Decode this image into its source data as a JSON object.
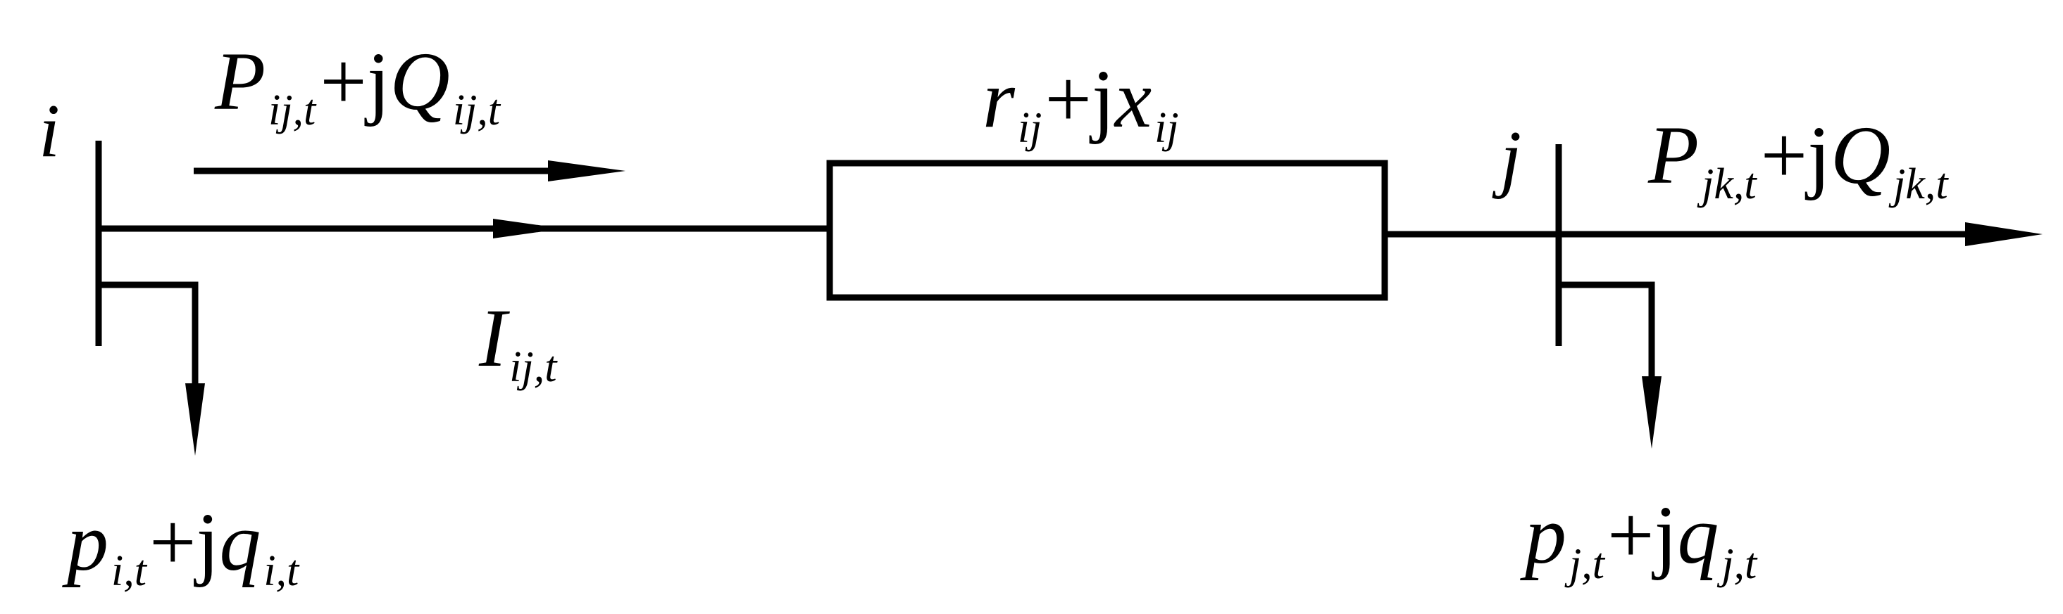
{
  "colors": {
    "stroke": "#000000",
    "background": "#ffffff"
  },
  "bus_i": {
    "name": "i"
  },
  "bus_j": {
    "name": "j"
  },
  "flow_ij": {
    "p": "P",
    "p_sub": "ij,t",
    "plus": "+",
    "j": "j",
    "q": "Q",
    "q_sub": "ij,t"
  },
  "current_ij": {
    "symbol": "I",
    "sub": "ij,t"
  },
  "impedance": {
    "r": "r",
    "r_sub": "ij",
    "plus": "+",
    "j": "j",
    "x": "x",
    "x_sub": "ij"
  },
  "flow_jk": {
    "p": "P",
    "p_sub": "jk,t",
    "plus": "+",
    "j": "j",
    "q": "Q",
    "q_sub": "jk,t"
  },
  "load_i": {
    "p": "p",
    "p_sub": "i,t",
    "plus": "+",
    "j": "j",
    "q": "q",
    "q_sub": "i,t"
  },
  "load_j": {
    "p": "p",
    "p_sub": "j,t",
    "plus": "+",
    "j": "j",
    "q": "q",
    "q_sub": "j,t"
  }
}
